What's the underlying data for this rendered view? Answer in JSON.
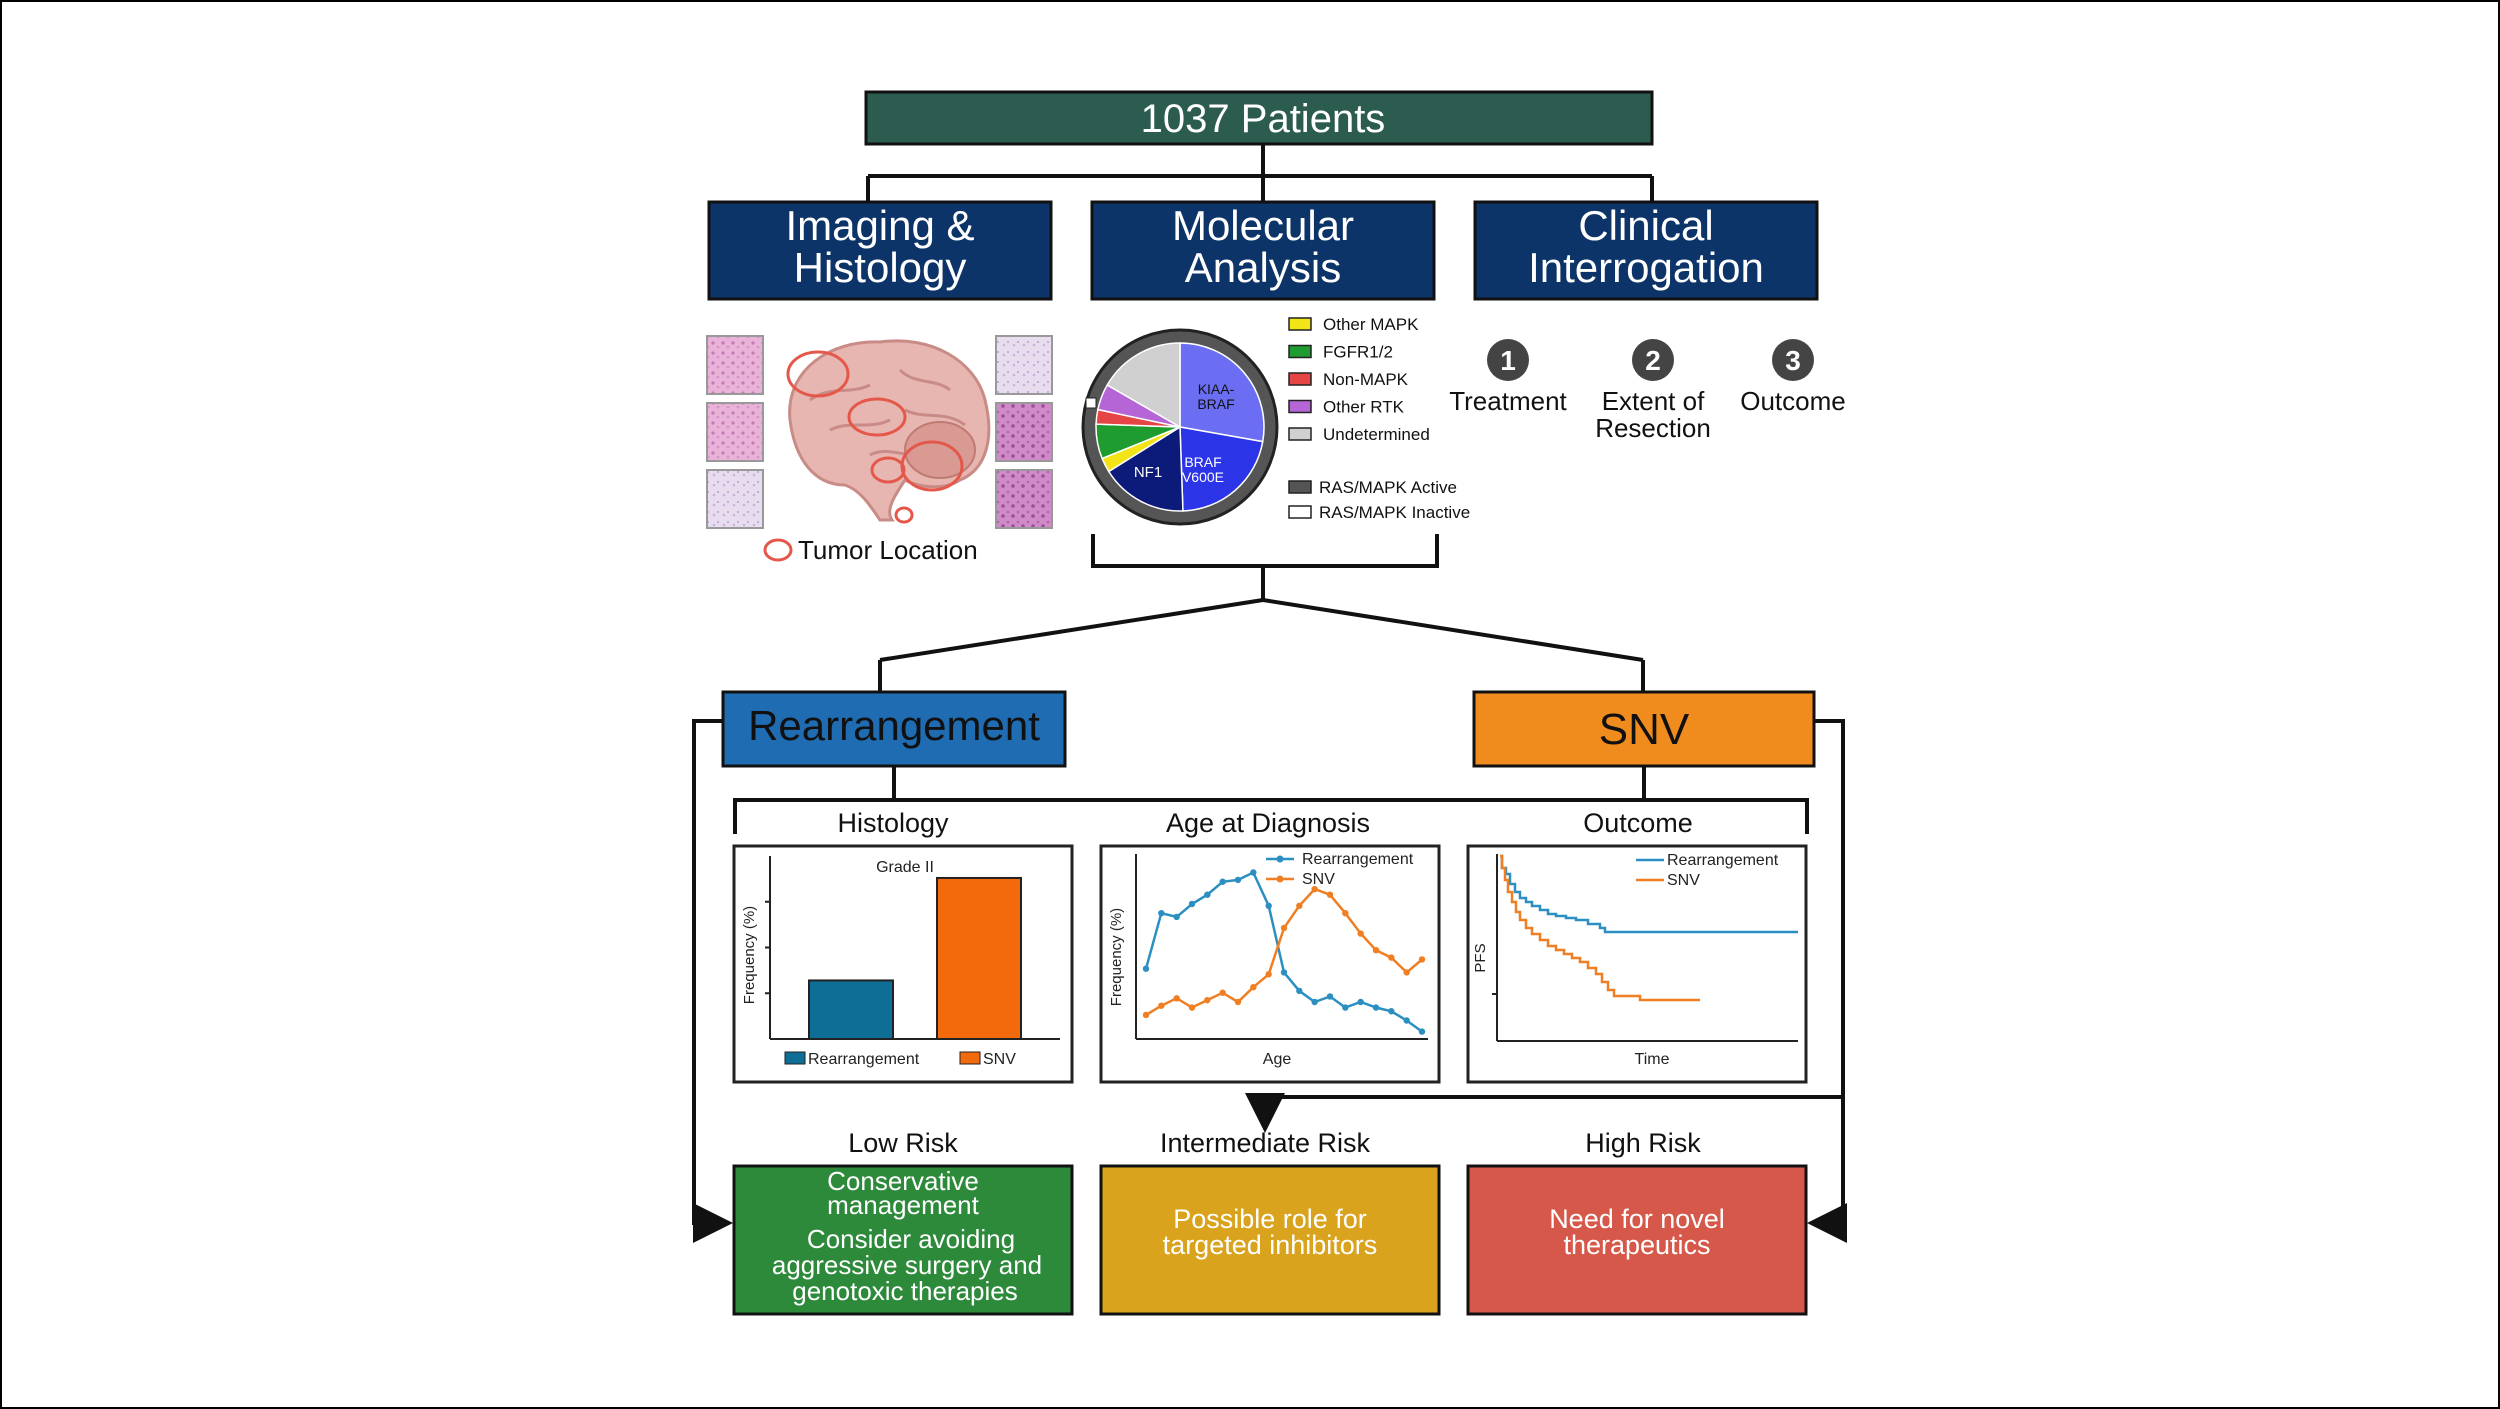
{
  "top_box": {
    "label": "1037 Patients",
    "color": "#2c5c4f"
  },
  "categories": [
    {
      "line1": "Imaging &",
      "line2": "Histology"
    },
    {
      "line1": "Molecular",
      "line2": "Analysis"
    },
    {
      "line1": "Clinical",
      "line2": "Interrogation"
    }
  ],
  "category_color": "#0d3468",
  "imaging": {
    "tumor_location_label": "Tumor Location"
  },
  "molecular": {
    "pie_labels": {
      "kiaa": "KIAA-\nBRAF",
      "braf": "BRAF\nV600E",
      "nf1": "NF1"
    },
    "legend": [
      {
        "label": "Other MAPK",
        "color": "#f2e416"
      },
      {
        "label": "FGFR1/2",
        "color": "#1e9c2f"
      },
      {
        "label": "Non-MAPK",
        "color": "#e64545"
      },
      {
        "label": "Other RTK",
        "color": "#b565d6"
      },
      {
        "label": "Undetermined",
        "color": "#d0d0d0"
      }
    ],
    "legend_activity": [
      {
        "label": "RAS/MAPK Active",
        "color": "#555555"
      },
      {
        "label": "RAS/MAPK Inactive",
        "color": "#ffffff"
      }
    ]
  },
  "clinical": {
    "items": [
      {
        "number": "1",
        "line1": "Treatment",
        "line2": ""
      },
      {
        "number": "2",
        "line1": "Extent of",
        "line2": "Resection"
      },
      {
        "number": "3",
        "line1": "Outcome",
        "line2": ""
      }
    ]
  },
  "groups": {
    "rearrangement": {
      "label": "Rearrangement",
      "color": "#1f6cb3"
    },
    "snv": {
      "label": "SNV",
      "color": "#f08c1e"
    }
  },
  "panel_titles": {
    "histology": "Histology",
    "age": "Age at Diagnosis",
    "outcome": "Outcome"
  },
  "chart_data": [
    {
      "type": "bar",
      "title": "Grade II",
      "ylabel": "Frequency (%)",
      "categories": [
        "Rearrangement",
        "SNV"
      ],
      "values": [
        32,
        88
      ],
      "ylim": [
        0,
        100
      ],
      "legend": [
        "Rearrangement",
        "SNV"
      ],
      "colors": [
        "#0e6e96",
        "#f26a0c"
      ]
    },
    {
      "type": "line",
      "xlabel": "Age",
      "ylabel": "Frequency (%)",
      "ylim": [
        0,
        100
      ],
      "x": [
        1,
        2,
        3,
        4,
        5,
        6,
        7,
        8,
        9,
        10,
        11,
        12,
        13,
        14,
        15,
        16,
        17,
        18,
        19
      ],
      "series": [
        {
          "name": "Rearrangement",
          "color": "#2b8fc2",
          "values": [
            38,
            68,
            66,
            73,
            78,
            85,
            86,
            90,
            72,
            36,
            26,
            20,
            23,
            17,
            20,
            17,
            15,
            10,
            4
          ]
        },
        {
          "name": "SNV",
          "color": "#f07e22",
          "values": [
            13,
            18,
            22,
            17,
            21,
            25,
            20,
            28,
            35,
            60,
            72,
            81,
            78,
            68,
            57,
            48,
            44,
            36,
            43
          ]
        }
      ],
      "legend": "top-right"
    },
    {
      "type": "line",
      "xlabel": "Time",
      "ylabel": "PFS",
      "series": [
        {
          "name": "Rearrangement",
          "color": "#2b8fc2"
        },
        {
          "name": "SNV",
          "color": "#f07e22"
        }
      ],
      "legend": "top-right"
    }
  ],
  "risks": [
    {
      "label": "Low Risk",
      "color": "#2d8a3a",
      "lines": [
        "Conservative",
        "management",
        "Consider avoiding",
        "aggressive surgery and",
        "genotoxic therapies"
      ]
    },
    {
      "label": "Intermediate Risk",
      "color": "#d9a31e",
      "lines": [
        "Possible role for",
        "targeted inhibitors"
      ]
    },
    {
      "label": "High Risk",
      "color": "#d6584a",
      "lines": [
        "Need for novel",
        "therapeutics"
      ]
    }
  ]
}
